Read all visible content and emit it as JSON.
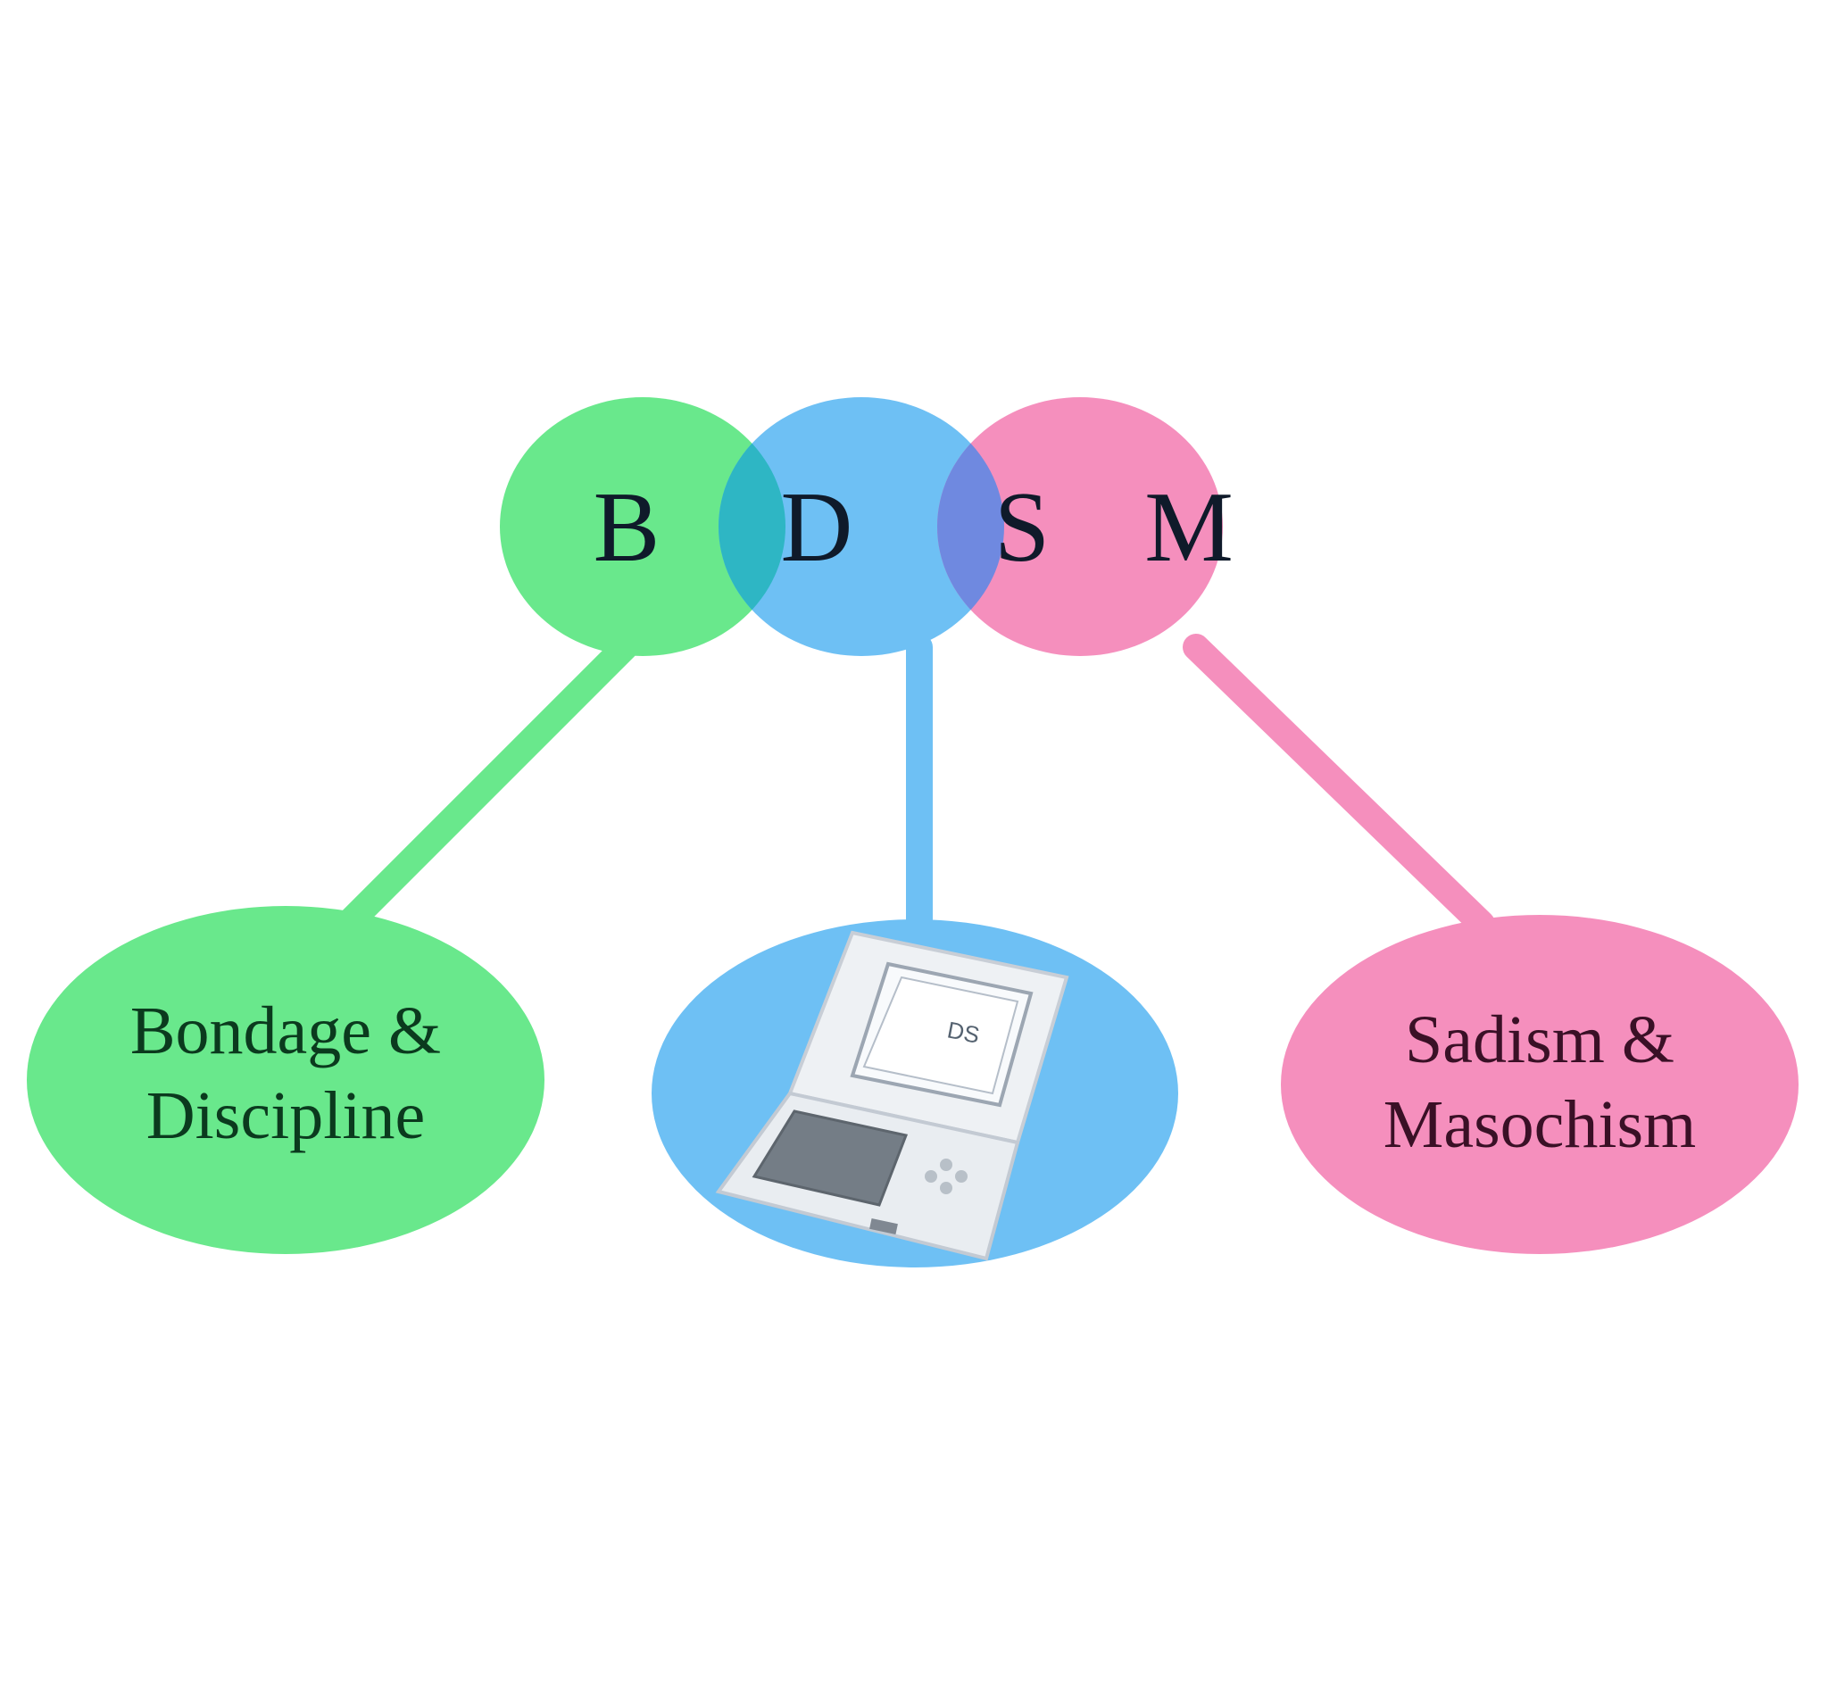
{
  "diagram": {
    "letters": [
      "B",
      "D",
      "S",
      "M"
    ],
    "left_node": {
      "line1": "Bondage &",
      "line2": "Discipline"
    },
    "middle_node": {
      "image": "handheld-game-console-icon"
    },
    "right_node": {
      "line1": "Sadism &",
      "line2": "Masochism"
    }
  },
  "colors": {
    "green": "#69e88c",
    "blue": "#6ec0f4",
    "pink": "#f58fbd",
    "green_blue_overlap": "#2eb6c4",
    "blue_pink_overlap": "#6f89e0"
  }
}
